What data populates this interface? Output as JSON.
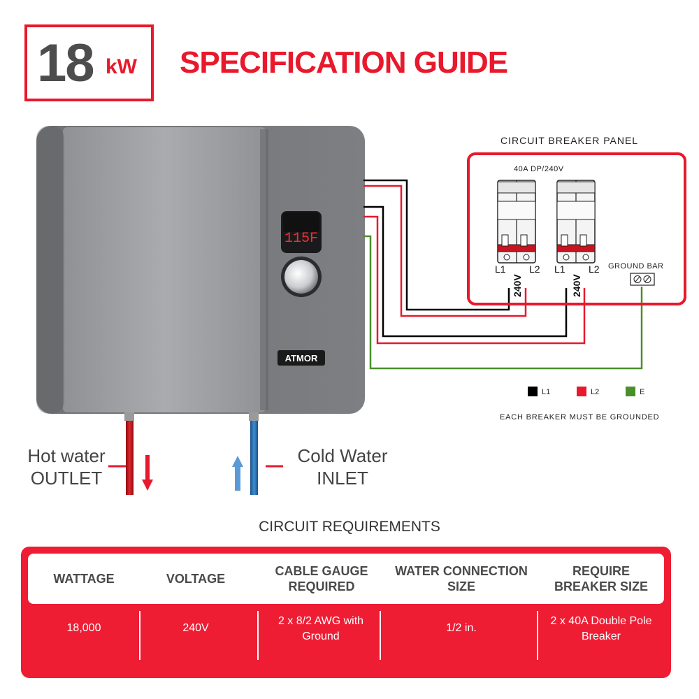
{
  "header": {
    "power_value": "18",
    "power_unit": "kW",
    "title": "SPECIFICATION GUIDE"
  },
  "heater": {
    "display_temp": "115F",
    "brand": "ATMOR"
  },
  "panel": {
    "title": "CIRCUIT BREAKER PANEL",
    "breaker_rating": "40A DP/240V",
    "ground_bar": "GROUND BAR",
    "breaker1": {
      "l1": "L1",
      "l2": "L2",
      "voltage": "240V"
    },
    "breaker2": {
      "l1": "L1",
      "l2": "L2",
      "voltage": "240V"
    }
  },
  "legend": {
    "items": [
      {
        "label": "L1",
        "color": "#000000"
      },
      {
        "label": "L2",
        "color": "#e8192c"
      },
      {
        "label": "E",
        "color": "#4a8f2a"
      }
    ],
    "note": "EACH BREAKER MUST BE GROUNDED"
  },
  "water": {
    "hot_line1": "Hot water",
    "hot_line2": "OUTLET",
    "cold_line1": "Cold Water",
    "cold_line2": "INLET"
  },
  "requirements": {
    "title": "CIRCUIT REQUIREMENTS",
    "headers": [
      "WATTAGE",
      "VOLTAGE",
      "CABLE GAUGE REQUIRED",
      "WATER CONNECTION SIZE",
      "REQUIRE BREAKER SIZE"
    ],
    "values": [
      "18,000",
      "240V",
      "2 x 8/2 AWG with Ground",
      "1/2 in.",
      "2 x 40A Double Pole Breaker"
    ]
  },
  "colors": {
    "accent": "#e8192c",
    "table_red": "#ee1d34",
    "ground_green": "#4a8f2a"
  }
}
